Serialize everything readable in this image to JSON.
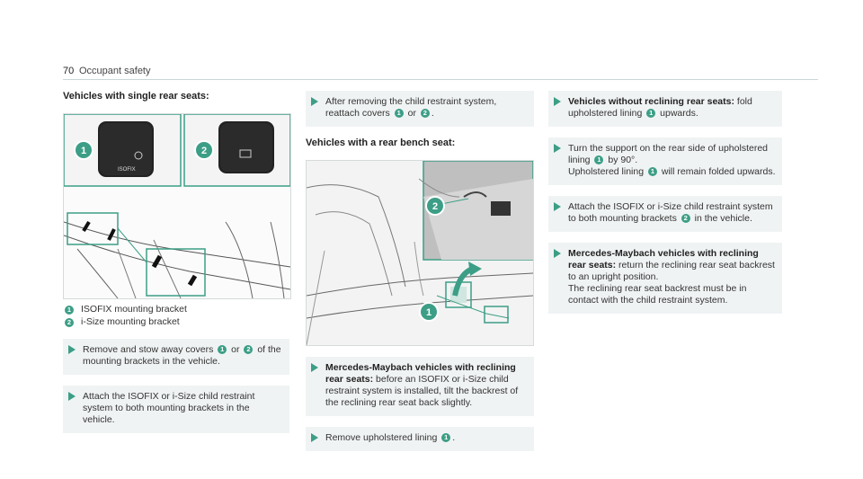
{
  "header": {
    "page_number": "70",
    "section_title": "Occupant safety"
  },
  "colors": {
    "accent": "#3c9e86",
    "step_bg": "#f0f3f4"
  },
  "col1": {
    "heading": "Vehicles with single rear seats:",
    "legend": [
      {
        "num": "1",
        "text": "ISOFIX mounting bracket"
      },
      {
        "num": "2",
        "text": "i-Size mounting bracket"
      }
    ],
    "step1": {
      "pre": "Remove and stow away covers ",
      "c1": "1",
      "mid": " or ",
      "c2": "2",
      "post": " of the mounting brackets in the vehicle."
    },
    "step2": {
      "text": "Attach the ISOFIX or i-Size child restraint system to both mounting brackets in the vehicle."
    }
  },
  "col2": {
    "step1": {
      "pre": "After removing the child restraint system, reattach covers ",
      "c1": "1",
      "mid": " or ",
      "c2": "2",
      "post": "."
    },
    "heading": "Vehicles with a rear bench seat:",
    "step2": {
      "bold": "Mercedes-Maybach vehicles with reclining rear seats:",
      "text": " before an ISOFIX or i-Size child restraint system is installed, tilt the backrest of the reclining rear seat back slightly."
    },
    "step3": {
      "pre": "Remove upholstered lining ",
      "c1": "1",
      "post": "."
    }
  },
  "col3": {
    "step1": {
      "bold": "Vehicles without reclining rear seats:",
      "pre": " fold upholstered lining ",
      "c1": "1",
      "post": " upwards."
    },
    "step2": {
      "pre": "Turn the support on the rear side of upholstered lining ",
      "c1": "1",
      "mid": " by 90°.",
      "line2_pre": "Upholstered lining ",
      "c2": "1",
      "line2_post": " will remain folded upwards."
    },
    "step3": {
      "pre": "Attach the ISOFIX or i-Size child restraint system to both mounting brackets ",
      "c1": "2",
      "post": " in the vehicle."
    },
    "step4": {
      "bold": "Mercedes-Maybach vehicles with reclining rear seats:",
      "text": " return the reclining rear seat backrest to an upright position.",
      "line2": "The reclining rear seat backrest must be in contact with the child restraint system."
    }
  },
  "figures": {
    "fig1_isofix_label": "ISOFIX",
    "fig1_callout1": "1",
    "fig1_callout2": "2",
    "fig2_callout1": "1",
    "fig2_callout2": "2"
  }
}
